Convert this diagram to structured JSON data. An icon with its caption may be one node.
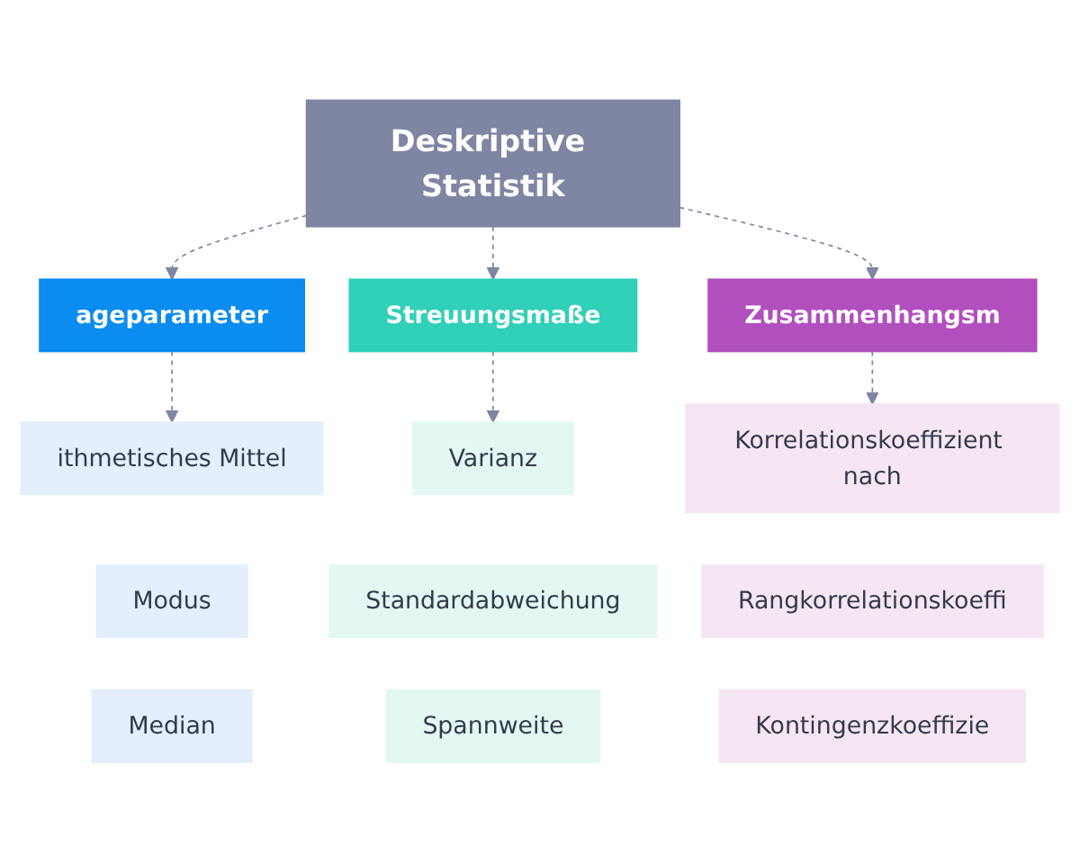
{
  "diagram": {
    "nodes": [
      {
        "text": [
          "Deskriptive Statistik"
        ]
      },
      {
        "text": [
          "ageparameter"
        ]
      },
      {
        "text": [
          "Streuungsmaße"
        ]
      },
      {
        "text": [
          "Zusammenhangsm"
        ]
      },
      {
        "text": [
          "ithmetisches Mittel"
        ]
      },
      {
        "text": [
          "Modus"
        ]
      },
      {
        "text": [
          "Median"
        ]
      },
      {
        "text": [
          "Varianz"
        ]
      },
      {
        "text": [
          "Standardabweichung"
        ]
      },
      {
        "text": [
          "Spannweite"
        ]
      },
      {
        "text": [
          "Korrelationskoeffizient nach"
        ]
      },
      {
        "text": [
          "Rangkorrelationskoeffi"
        ]
      },
      {
        "text": [
          "Kontingenzkoeffizie"
        ]
      }
    ],
    "edges": [
      {
        "from": 0,
        "to": 1,
        "arrow": "to",
        "style": "dashed"
      },
      {
        "from": 0,
        "to": 2,
        "arrow": "to",
        "style": "dashed"
      },
      {
        "from": 0,
        "to": 3,
        "arrow": "to",
        "style": "dashed"
      },
      {
        "from": 1,
        "to": 4,
        "arrow": "to",
        "style": "dashed"
      },
      {
        "from": 2,
        "to": 7,
        "arrow": "to",
        "style": "dashed"
      },
      {
        "from": 3,
        "to": 10,
        "arrow": "to",
        "style": "dashed"
      }
    ]
  }
}
